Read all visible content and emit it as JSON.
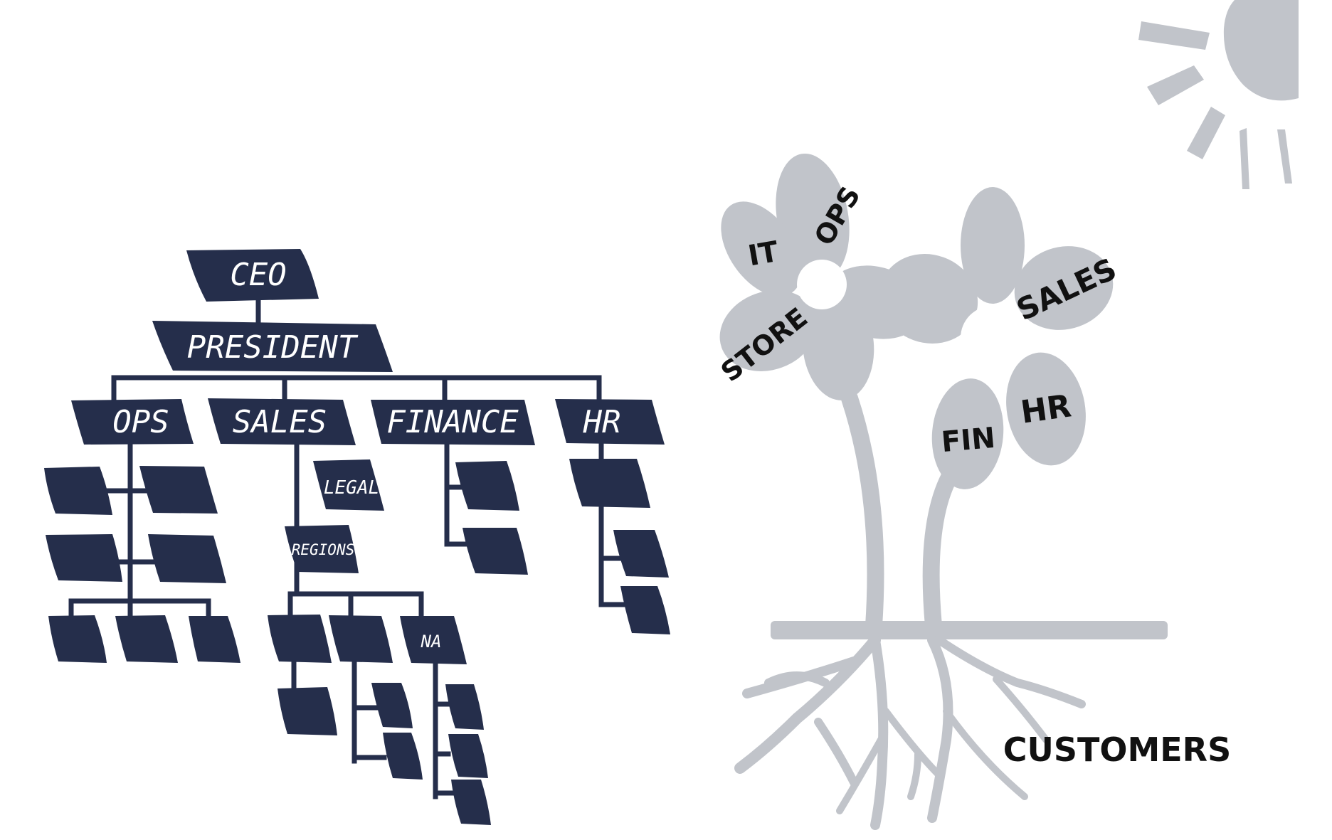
{
  "org_chart": {
    "ceo": "CEO",
    "president": "PRESIDENT",
    "departments": [
      "OPS",
      "SALES",
      "FINANCE",
      "HR"
    ],
    "legal": "LEGAL",
    "regions": "REGIONS",
    "na": "NA"
  },
  "flower_diagram": {
    "flower_left_petals": [
      "IT",
      "OPS",
      "STORE"
    ],
    "flower_right_petals": [
      "SALES",
      "HR",
      "FIN"
    ],
    "roots_label": "CUSTOMERS"
  },
  "colors": {
    "org_chart_navy": "#252e4b",
    "flower_gray": "#c1c4ca",
    "text_dark": "#111111",
    "background": "#ffffff"
  },
  "icons": [
    "sun-icon"
  ]
}
